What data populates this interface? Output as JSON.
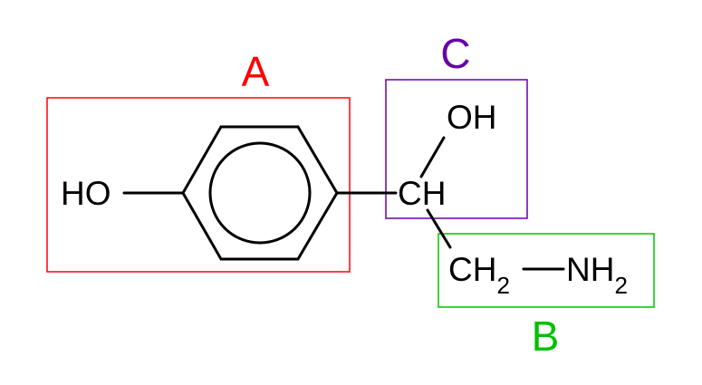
{
  "diagram": {
    "groups": [
      {
        "label": "A",
        "color": "#ff0000"
      },
      {
        "label": "B",
        "color": "#00c000"
      },
      {
        "label": "C",
        "color": "#6600aa"
      }
    ],
    "atoms": {
      "ho": "HO",
      "ch": "CH",
      "oh": "OH",
      "ch2_main": "CH",
      "ch2_sub": "2",
      "nh2_main": "NH",
      "nh2_sub": "2"
    }
  }
}
